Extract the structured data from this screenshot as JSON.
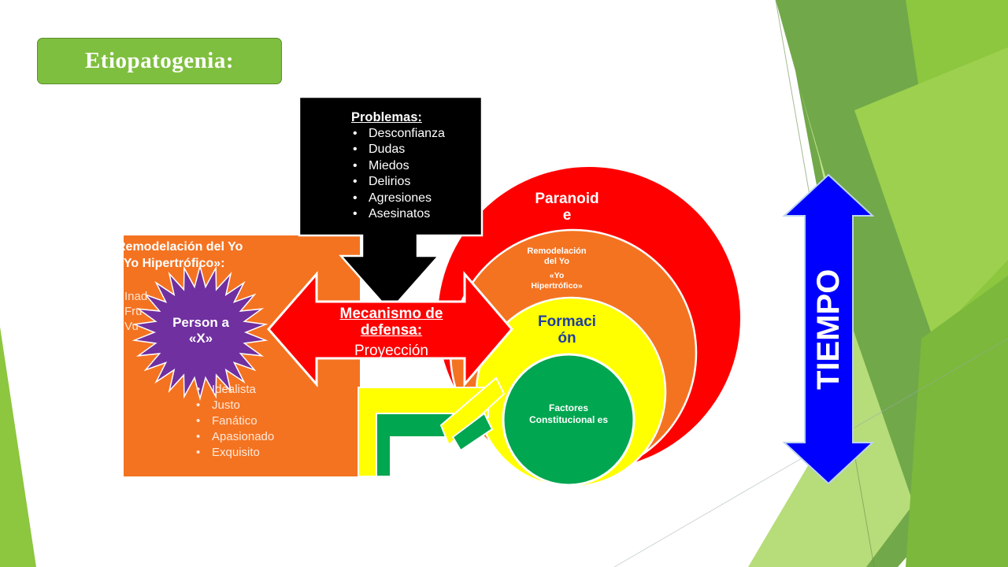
{
  "slide": {
    "title": "Etiopatogenia:",
    "colors": {
      "title_fill": "#7fbf3f",
      "green_decor": "#8dc63f",
      "red": "#ff0000",
      "orange": "#f47321",
      "yellow": "#ffff00",
      "green": "#00a650",
      "purple": "#7030a0",
      "blue": "#0000ff",
      "black": "#000000"
    }
  },
  "diagram": {
    "problems": {
      "heading": "Problemas:",
      "items": [
        "Desconfianza",
        "Dudas",
        "Miedos",
        "Delirios",
        "Agresiones",
        "Asesinatos"
      ]
    },
    "orange_panel": {
      "heading_line1": "Remodelación del Yo",
      "heading_line2": "«Yo Hipertrófico»:",
      "fragments": [
        "Inad",
        "Fru",
        "Vu"
      ],
      "traits": [
        "Idealista",
        "Justo",
        "Fanático",
        "Apasionado",
        "Exquisito"
      ]
    },
    "star_label": "Person a «X»",
    "mechanism": {
      "label": "Mecanismo de defensa:",
      "value": "Proyección"
    },
    "circles": {
      "paranoide": "Paranoid e",
      "remodelacion": "Remodelación del Yo",
      "yo_hipertrofico": "«Yo Hipertrófico»",
      "formacion": "Formaci ón",
      "factores": "Factores Constitucional es"
    },
    "tiempo": "TIEMPO"
  }
}
